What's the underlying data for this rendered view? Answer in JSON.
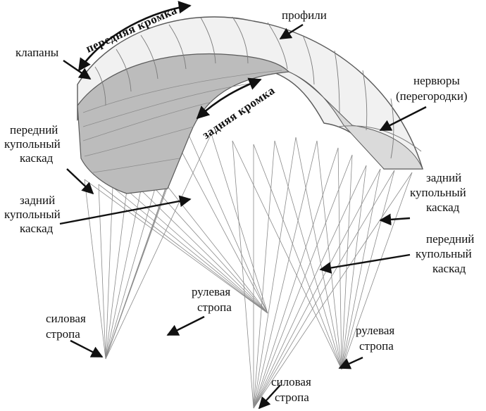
{
  "labels": {
    "leading_edge": "передняя кромка",
    "profiles": "профили",
    "valves": "клапаны",
    "ribs_1": "нервюры",
    "ribs_2": "(перегородки)",
    "trailing_edge": "задняя кромка",
    "front_cascade_left_1": "передний",
    "front_cascade_left_2": "купольный",
    "front_cascade_left_3": "каскад",
    "rear_cascade_left_1": "задний",
    "rear_cascade_left_2": "купольный",
    "rear_cascade_left_3": "каскад",
    "rear_cascade_right_1": "задний",
    "rear_cascade_right_2": "купольный",
    "rear_cascade_right_3": "каскад",
    "front_cascade_right_1": "передний",
    "front_cascade_right_2": "купольный",
    "front_cascade_right_3": "каскад",
    "steering_line_center_1": "рулевая",
    "steering_line_center_2": "стропа",
    "power_line_left_1": "силовая",
    "power_line_left_2": "стропа",
    "steering_line_right_1": "рулевая",
    "steering_line_right_2": "стропа",
    "power_line_bottom_1": "силовая",
    "power_line_bottom_2": "стропа"
  },
  "colors": {
    "canopy_top": "#f0f0f0",
    "canopy_underside": "#b9b9b9",
    "canopy_inner": "#d6d6d6",
    "outline": "#5a5a5a",
    "lines": "#888888",
    "arrows": "#111111"
  }
}
